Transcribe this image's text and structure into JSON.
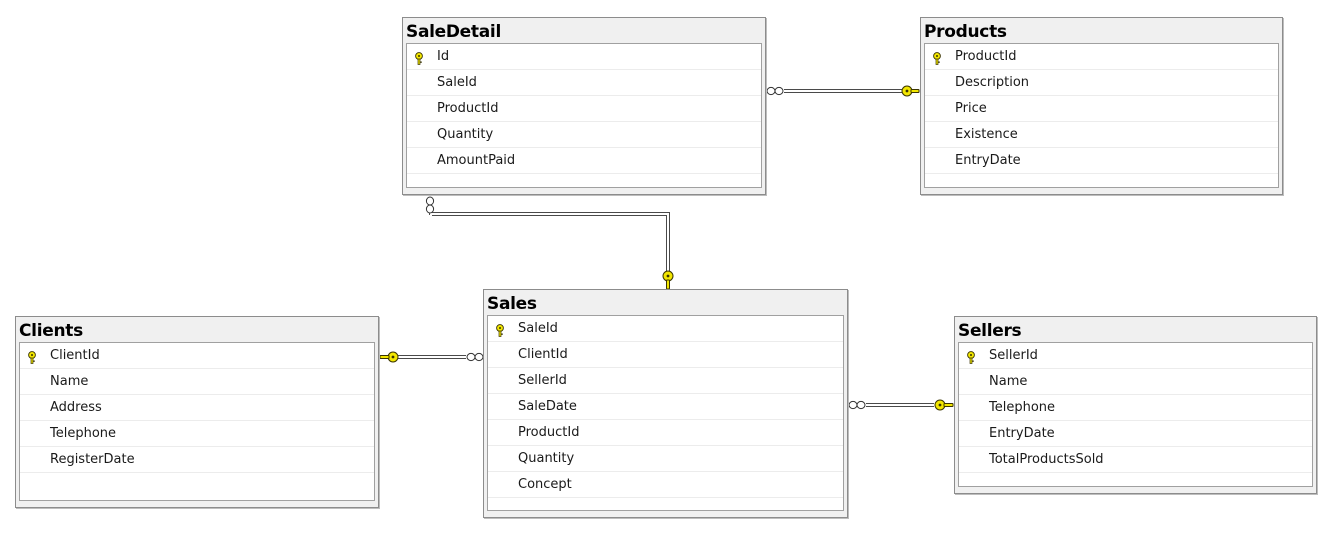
{
  "tables": {
    "saledetail": {
      "title": "SaleDetail",
      "columns": [
        "Id",
        "SaleId",
        "ProductId",
        "Quantity",
        "AmountPaid"
      ],
      "primary_key": "Id"
    },
    "products": {
      "title": "Products",
      "columns": [
        "ProductId",
        "Description",
        "Price",
        "Existence",
        "EntryDate"
      ],
      "primary_key": "ProductId"
    },
    "sales": {
      "title": "Sales",
      "columns": [
        "SaleId",
        "ClientId",
        "SellerId",
        "SaleDate",
        "ProductId",
        "Quantity",
        "Concept"
      ],
      "primary_key": "SaleId"
    },
    "clients": {
      "title": "Clients",
      "columns": [
        "ClientId",
        "Name",
        "Address",
        "Telephone",
        "RegisterDate"
      ],
      "primary_key": "ClientId"
    },
    "sellers": {
      "title": "Sellers",
      "columns": [
        "SellerId",
        "Name",
        "Telephone",
        "EntryDate",
        "TotalProductsSold"
      ],
      "primary_key": "SellerId"
    }
  },
  "relationships": [
    {
      "from": "saledetail",
      "to": "products",
      "from_end": "many",
      "to_end": "one"
    },
    {
      "from": "saledetail",
      "to": "sales",
      "from_end": "many",
      "to_end": "one"
    },
    {
      "from": "sales",
      "to": "clients",
      "from_end": "many",
      "to_end": "one"
    },
    {
      "from": "sales",
      "to": "sellers",
      "from_end": "many",
      "to_end": "one"
    }
  ],
  "colors": {
    "key_fill": "#f2e600",
    "key_stroke": "#5c5400",
    "line": "#4a4a4a",
    "table_border": "#8c8c8c",
    "title_bg": "#f0f0f0"
  },
  "icons": {
    "primary_key": "key-icon",
    "relationship_one": "key-icon",
    "relationship_many": "infinity-icon"
  }
}
